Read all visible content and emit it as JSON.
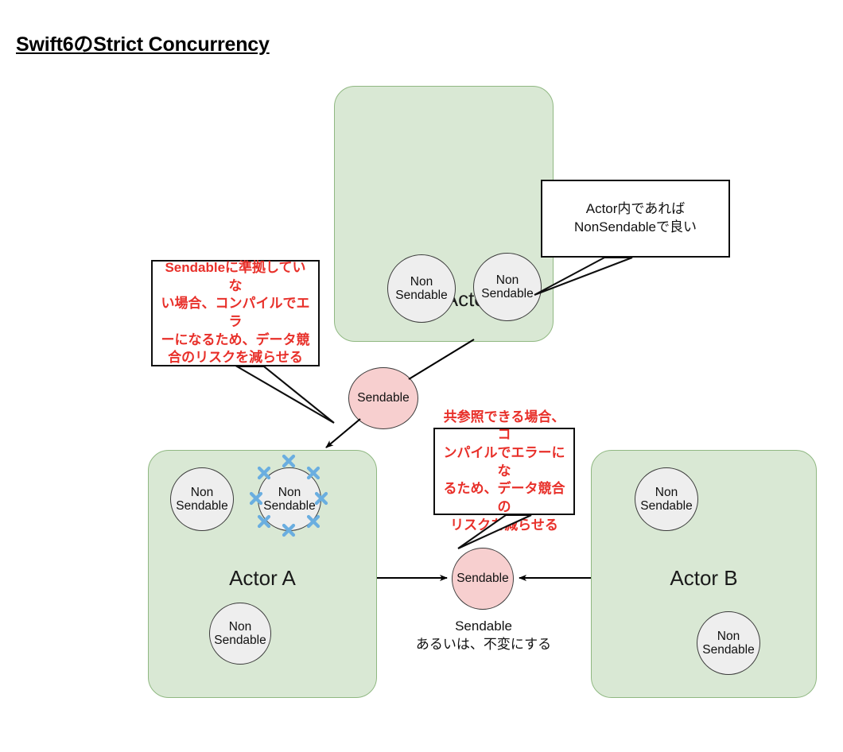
{
  "page": {
    "title": "Swift6のStrict Concurrency",
    "background": "#ffffff"
  },
  "colors": {
    "actor_fill": "#d9e8d4",
    "actor_border": "#90b882",
    "nonsendable_fill": "#eeeeee",
    "nonsendable_border": "#3b3b3b",
    "sendable_fill": "#f7cfcf",
    "sendable_border": "#3b3b3b",
    "callout_border": "#0e0e0e",
    "callout_red_text": "#e8302a",
    "callout_black_text": "#111111",
    "xmark_blue": "#6aaee0",
    "arrow": "#000000"
  },
  "actors": [
    {
      "id": "main-actor",
      "label": "Main Actor",
      "circles": [
        {
          "id": "main-ns-1",
          "label": "Non\nSendable",
          "type": "non-sendable"
        },
        {
          "id": "main-ns-2",
          "label": "Non\nSendable",
          "type": "non-sendable"
        }
      ]
    },
    {
      "id": "actor-a",
      "label": "Actor A",
      "circles": [
        {
          "id": "a-ns-1",
          "label": "Non\nSendable",
          "type": "non-sendable"
        },
        {
          "id": "a-ns-2",
          "label": "Non\nSendable",
          "type": "non-sendable",
          "marked": true
        },
        {
          "id": "a-ns-3",
          "label": "Non\nSendable",
          "type": "non-sendable"
        }
      ]
    },
    {
      "id": "actor-b",
      "label": "Actor B",
      "circles": [
        {
          "id": "b-ns-1",
          "label": "Non\nSendable",
          "type": "non-sendable"
        },
        {
          "id": "b-ns-2",
          "label": "Non\nSendable",
          "type": "non-sendable"
        }
      ]
    }
  ],
  "sendable_nodes": [
    {
      "id": "sendable-top",
      "label": "Sendable",
      "type": "sendable"
    },
    {
      "id": "sendable-bottom",
      "label": "Sendable",
      "type": "sendable"
    }
  ],
  "captions": [
    {
      "id": "sendable-bottom-caption",
      "text": "Sendable\nあるいは、不変にする"
    }
  ],
  "callouts": [
    {
      "id": "callout-left",
      "style": "red",
      "text": "Sendableに準拠していな\nい場合、コンパイルでエラ\nーになるため、データ競\n合のリスクを減らせる"
    },
    {
      "id": "callout-top-right",
      "style": "black",
      "text": "Actor内であれば\nNonSendableで良い"
    },
    {
      "id": "callout-middle",
      "style": "red",
      "text": "共参照できる場合、コ\nンパイルでエラーにな\nるため、データ競合の\nリスクを減らせる"
    }
  ],
  "connections": [
    {
      "id": "main-to-sendable",
      "from": "main-actor",
      "to": "sendable-top",
      "arrow": false
    },
    {
      "id": "sendable-to-actor-a",
      "from": "sendable-top",
      "to": "actor-a",
      "arrow": true
    },
    {
      "id": "actor-a-to-sendable",
      "from": "actor-a",
      "to": "sendable-bottom",
      "arrow": true
    },
    {
      "id": "actor-b-to-sendable",
      "from": "actor-b",
      "to": "sendable-bottom",
      "arrow": true
    }
  ]
}
